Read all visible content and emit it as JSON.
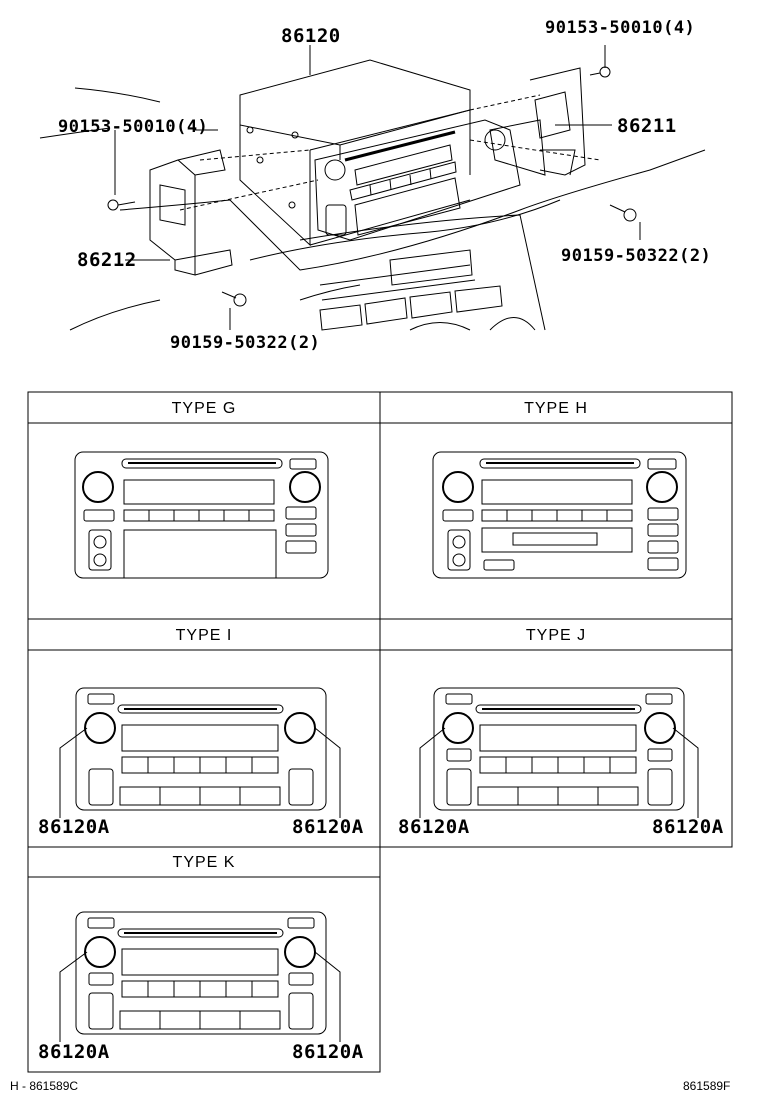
{
  "callouts": {
    "main_unit": "86120",
    "screw_top_right": "90153-50010(4)",
    "screw_top_left": "90153-50010(4)",
    "bracket_right": "86211",
    "bracket_left": "86212",
    "bolt_right": "90159-50322(2)",
    "bolt_bottom": "90159-50322(2)"
  },
  "panels": [
    {
      "title": "TYPE G"
    },
    {
      "title": "TYPE H"
    },
    {
      "title": "TYPE I",
      "knob_label_left": "86120A",
      "knob_label_right": "86120A"
    },
    {
      "title": "TYPE J",
      "knob_label_left": "86120A",
      "knob_label_right": "86120A"
    },
    {
      "title": "TYPE K",
      "knob_label_left": "86120A",
      "knob_label_right": "86120A"
    }
  ],
  "footer": {
    "left_code": "H - 861589C",
    "right_code": "861589F"
  }
}
